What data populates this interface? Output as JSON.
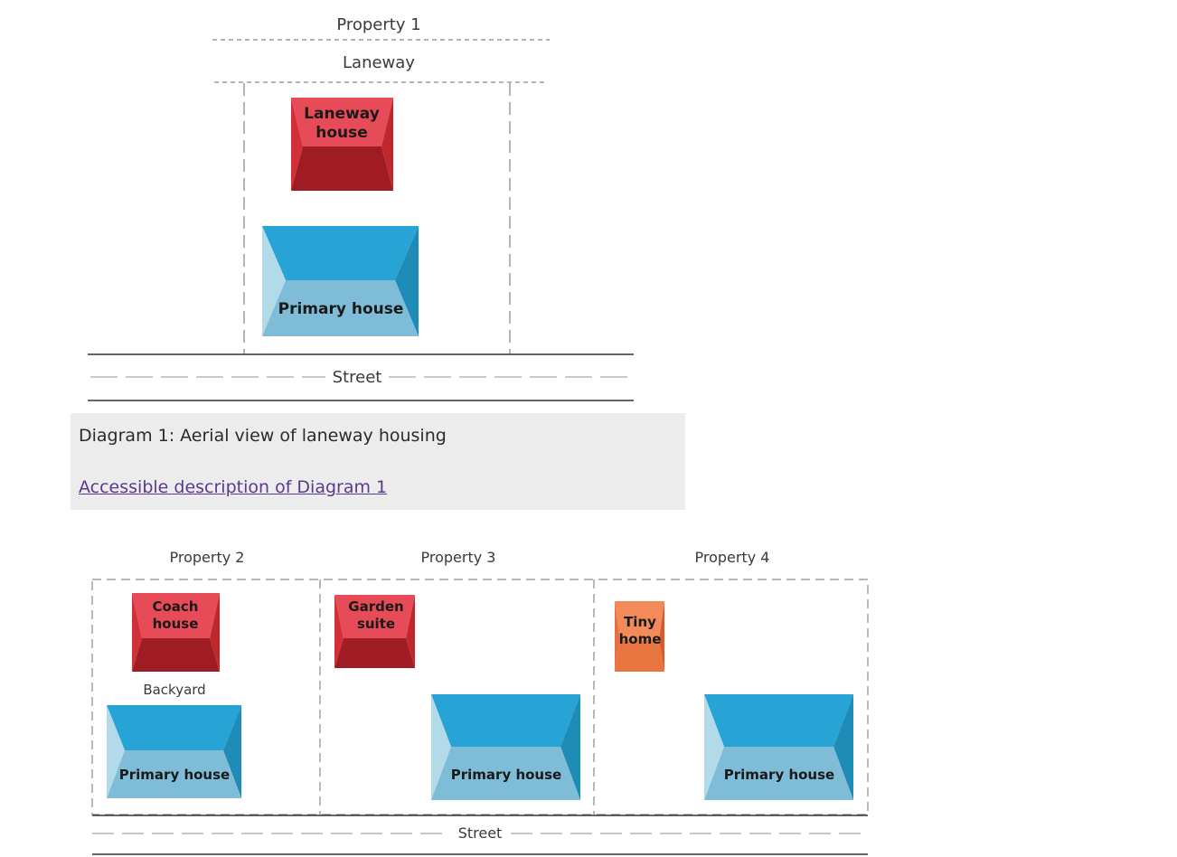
{
  "diagram1": {
    "property_label": "Property 1",
    "laneway_label": "Laneway",
    "street_label": "Street",
    "laneway_house": [
      "Laneway",
      "house"
    ],
    "primary_house": "Primary house"
  },
  "caption": {
    "title": "Diagram 1: Aerial view of laneway housing",
    "link": "Accessible description of Diagram 1"
  },
  "diagram2": {
    "street_label": "Street",
    "properties": [
      {
        "label": "Property 2",
        "secondary": [
          "Coach",
          "house"
        ],
        "extra_label": "Backyard",
        "primary": "Primary house"
      },
      {
        "label": "Property 3",
        "secondary": [
          "Garden",
          "suite"
        ],
        "primary": "Primary house"
      },
      {
        "label": "Property 4",
        "secondary": [
          "Tiny",
          "home"
        ],
        "primary": "Primary house"
      }
    ]
  },
  "colors": {
    "red_light": "#e84b58",
    "red_mid": "#d22f3a",
    "red_dark": "#9f1c22",
    "orange_light": "#f28a5a",
    "orange_mid": "#e86f3e",
    "orange_dark": "#d85a2c",
    "blue_roof": "#27a3d6",
    "blue_front": "#7fbcd8",
    "blue_left": "#b3dae9",
    "blue_right": "#1f8cb8",
    "line": "#9c9c9c"
  }
}
